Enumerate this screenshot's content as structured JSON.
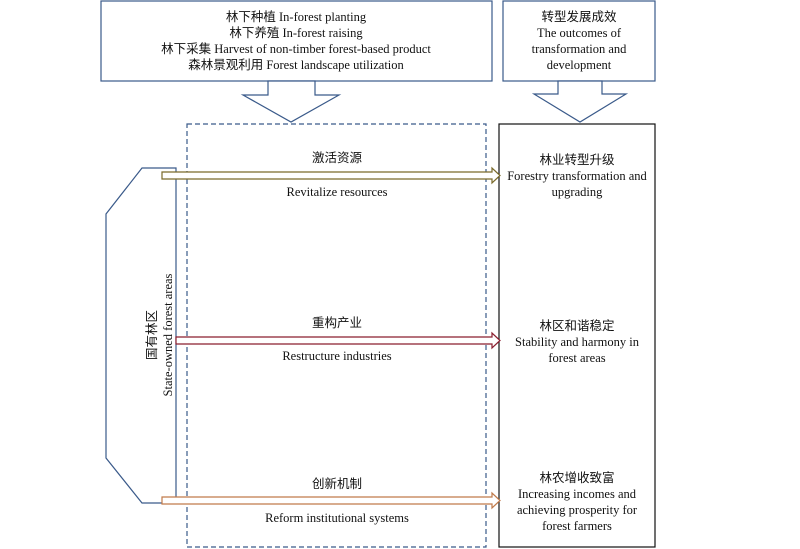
{
  "top_left_box": {
    "lines": [
      "林下种植 In-forest planting",
      "林下养殖 In-forest raising",
      "林下采集  Harvest of non-timber forest-based product",
      "森林景观利用 Forest landscape utilization"
    ]
  },
  "top_right_box": {
    "lines": [
      "转型发展成效",
      "The outcomes of",
      "transformation and",
      "development"
    ]
  },
  "left_shape": {
    "line1": "国有林区",
    "line2": "State-owned forest areas"
  },
  "arrows": [
    {
      "zh": "激活资源",
      "en": "Revitalize resources",
      "color": "#7a6a2a"
    },
    {
      "zh": "重构产业",
      "en": "Restructure industries",
      "color": "#8b1f2f"
    },
    {
      "zh": "创新机制",
      "en": "Reform institutional systems",
      "color": "#c07a4a"
    }
  ],
  "outcomes": [
    {
      "lines": [
        "林业转型升级",
        "Forestry transformation and",
        "upgrading"
      ]
    },
    {
      "lines": [
        "林区和谐稳定",
        "Stability and harmony in",
        "forest areas"
      ]
    },
    {
      "lines": [
        "林农增收致富",
        "Increasing incomes and",
        "achieving prosperity for",
        "forest farmers"
      ]
    }
  ],
  "colors": {
    "box_border": "#3a5a8a",
    "dashed_border": "#3a5a8a",
    "outcome_border": "#111111"
  }
}
